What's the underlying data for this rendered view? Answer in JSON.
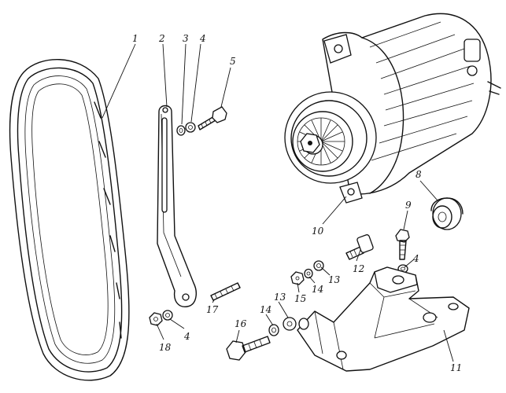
{
  "figure": {
    "callouts": [
      {
        "id": "c1",
        "text": "1"
      },
      {
        "id": "c2",
        "text": "2"
      },
      {
        "id": "c3",
        "text": "3"
      },
      {
        "id": "c4a",
        "text": "4"
      },
      {
        "id": "c5",
        "text": "5"
      },
      {
        "id": "c8",
        "text": "8"
      },
      {
        "id": "c9",
        "text": "9"
      },
      {
        "id": "c10",
        "text": "10"
      },
      {
        "id": "c12",
        "text": "12"
      },
      {
        "id": "c4b",
        "text": "4"
      },
      {
        "id": "c13a",
        "text": "13"
      },
      {
        "id": "c14a",
        "text": "14"
      },
      {
        "id": "c15",
        "text": "15"
      },
      {
        "id": "c17",
        "text": "17"
      },
      {
        "id": "c16",
        "text": "16"
      },
      {
        "id": "c14b",
        "text": "14"
      },
      {
        "id": "c13b",
        "text": "13"
      },
      {
        "id": "c18",
        "text": "18"
      },
      {
        "id": "c4c",
        "text": "4"
      },
      {
        "id": "c11",
        "text": "11"
      }
    ]
  }
}
